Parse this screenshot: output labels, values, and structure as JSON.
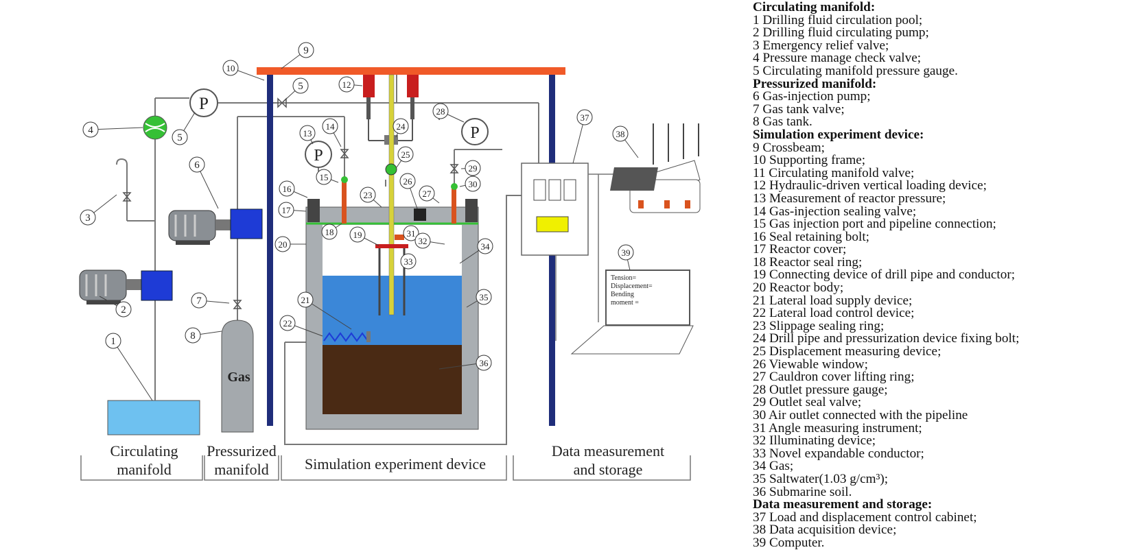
{
  "legend": [
    {
      "heading": "Circulating manifold:",
      "items": [
        "1 Drilling fluid circulation pool;",
        "2 Drilling fluid circulating pump;",
        "3 Emergency relief valve;",
        "4 Pressure manage check valve;",
        "5 Circulating manifold pressure gauge."
      ]
    },
    {
      "heading": "Pressurized manifold:",
      "items": [
        "6 Gas-injection pump;",
        "7 Gas tank valve;",
        "8 Gas tank."
      ]
    },
    {
      "heading": "Simulation experiment device:",
      "items": [
        "9 Crossbeam;",
        "10 Supporting frame;",
        "11 Circulating manifold valve;",
        "12 Hydraulic-driven vertical loading device;",
        "13 Measurement of reactor pressure;",
        "14 Gas-injection sealing valve;",
        "15 Gas injection port and pipeline connection;",
        "16 Seal retaining bolt;",
        "17 Reactor cover;",
        "18 Reactor seal ring;",
        "19 Connecting device of drill pipe and conductor;",
        "20 Reactor body;",
        "21 Lateral load supply device;",
        "22 Lateral load control device;",
        "23 Slippage  sealing ring;",
        "24 Drill pipe and pressurization device fixing bolt;",
        "25 Displacement measuring device;",
        "26 Viewable window;",
        "27 Cauldron cover lifting ring;",
        "28 Outlet pressure gauge;",
        "29 Outlet seal valve;",
        "30 Air outlet connected with the pipeline",
        "31 Angle measuring instrument;",
        "32 Illuminating device;",
        "33 Novel expandable conductor;",
        "34 Gas;",
        "35 Saltwater(1.03 g/cm³);",
        "36 Submarine soil."
      ]
    },
    {
      "heading": "Data measurement and storage:",
      "items": [
        "37 Load and displacement control cabinet;",
        "38 Data acquisition device;",
        "39 Computer."
      ]
    }
  ],
  "sections": {
    "circulating": "Circulating manifold",
    "pressurized": "Pressurized manifold",
    "simulation": "Simulation experiment device",
    "data": "Data measurement and storage"
  },
  "gas_tank_label": "Gas",
  "gauge_symbol": "P",
  "screen_lines": [
    "Tension=",
    "Displacement=",
    "Bending",
    "moment ="
  ],
  "callouts": [
    "1",
    "2",
    "3",
    "4",
    "5",
    "5",
    "6",
    "7",
    "8",
    "9",
    "10",
    "12",
    "13",
    "14",
    "15",
    "16",
    "17",
    "18",
    "19",
    "20",
    "21",
    "22",
    "23",
    "24",
    "25",
    "26",
    "27",
    "28",
    "29",
    "30",
    "31",
    "32",
    "33",
    "34",
    "35",
    "36",
    "37",
    "38",
    "39"
  ],
  "colors": {
    "crossbeam": "#f05a28",
    "frame": "#1f2d7a",
    "pump": "#1e3bd6",
    "pool": "#6ec1f0",
    "water": "#3b87d8",
    "soil": "#4a2a14",
    "reactor": "#a9aeb2",
    "check_valve": "#35c035",
    "loader": "#c81e1e",
    "drill_pipe": "#d7d23a",
    "screen_yellow": "#f0f000"
  }
}
